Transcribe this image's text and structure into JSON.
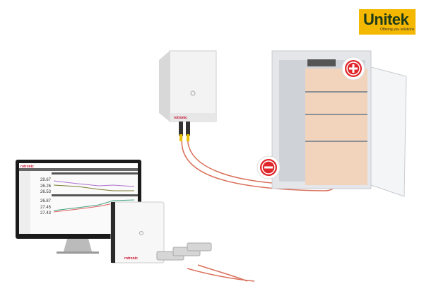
{
  "logo": {
    "brand": "Unitek",
    "tagline": "Offering you solutions",
    "color": "#f5b800"
  },
  "monitor": {
    "readings": [
      "29.67",
      "26.26",
      "26.53",
      "26.87",
      "27.45",
      "27.43"
    ],
    "series_colors": [
      "#b070d0",
      "#7a7a30",
      "#e06060",
      "#40a080"
    ]
  },
  "symbols": {
    "plus": "plus-icon",
    "minus": "minus-icon"
  },
  "colors": {
    "cable": "#d9705a",
    "badge": "#e0262a",
    "device_brand": "#c8102e"
  }
}
